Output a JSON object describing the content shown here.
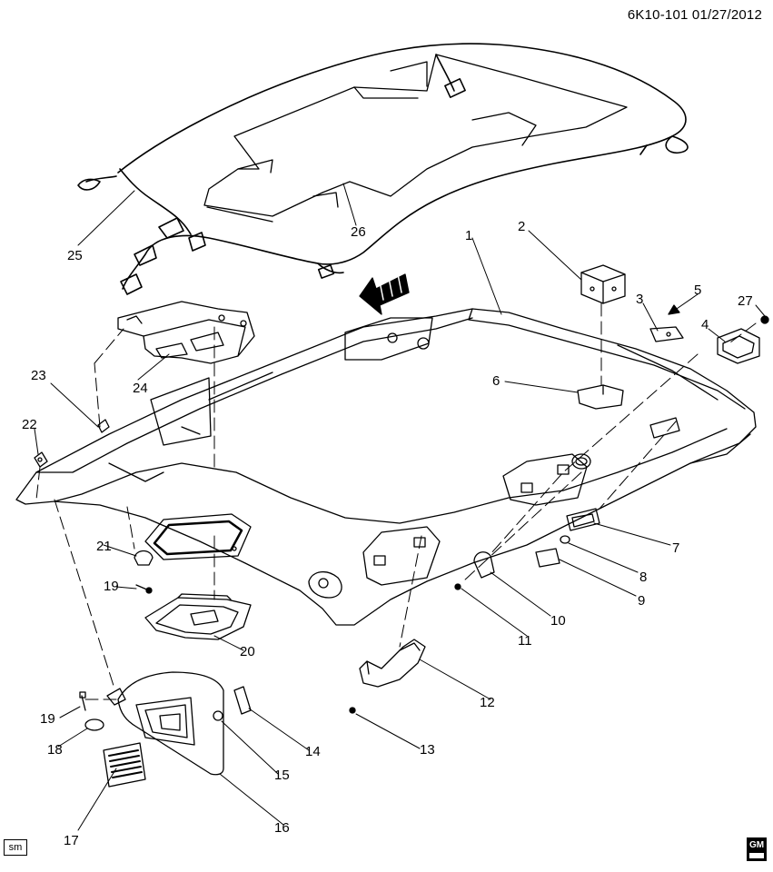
{
  "header": {
    "code": "6K10-101  01/27/2012"
  },
  "badge": {
    "sm": "sm"
  },
  "logo": {
    "text": "GM"
  },
  "callouts": [
    {
      "id": "1",
      "label": "1"
    },
    {
      "id": "2",
      "label": "2"
    },
    {
      "id": "3",
      "label": "3"
    },
    {
      "id": "4",
      "label": "4"
    },
    {
      "id": "5",
      "label": "5"
    },
    {
      "id": "6",
      "label": "6"
    },
    {
      "id": "7",
      "label": "7"
    },
    {
      "id": "8",
      "label": "8"
    },
    {
      "id": "9",
      "label": "9"
    },
    {
      "id": "10",
      "label": "10"
    },
    {
      "id": "11",
      "label": "11"
    },
    {
      "id": "12",
      "label": "12"
    },
    {
      "id": "13",
      "label": "13"
    },
    {
      "id": "14",
      "label": "14"
    },
    {
      "id": "15",
      "label": "15"
    },
    {
      "id": "16",
      "label": "16"
    },
    {
      "id": "17",
      "label": "17"
    },
    {
      "id": "18",
      "label": "18"
    },
    {
      "id": "19a",
      "label": "19"
    },
    {
      "id": "19b",
      "label": "19"
    },
    {
      "id": "20",
      "label": "20"
    },
    {
      "id": "21",
      "label": "21"
    },
    {
      "id": "22",
      "label": "22"
    },
    {
      "id": "23",
      "label": "23"
    },
    {
      "id": "24",
      "label": "24"
    },
    {
      "id": "25",
      "label": "25"
    },
    {
      "id": "26",
      "label": "26"
    },
    {
      "id": "27",
      "label": "27"
    }
  ]
}
